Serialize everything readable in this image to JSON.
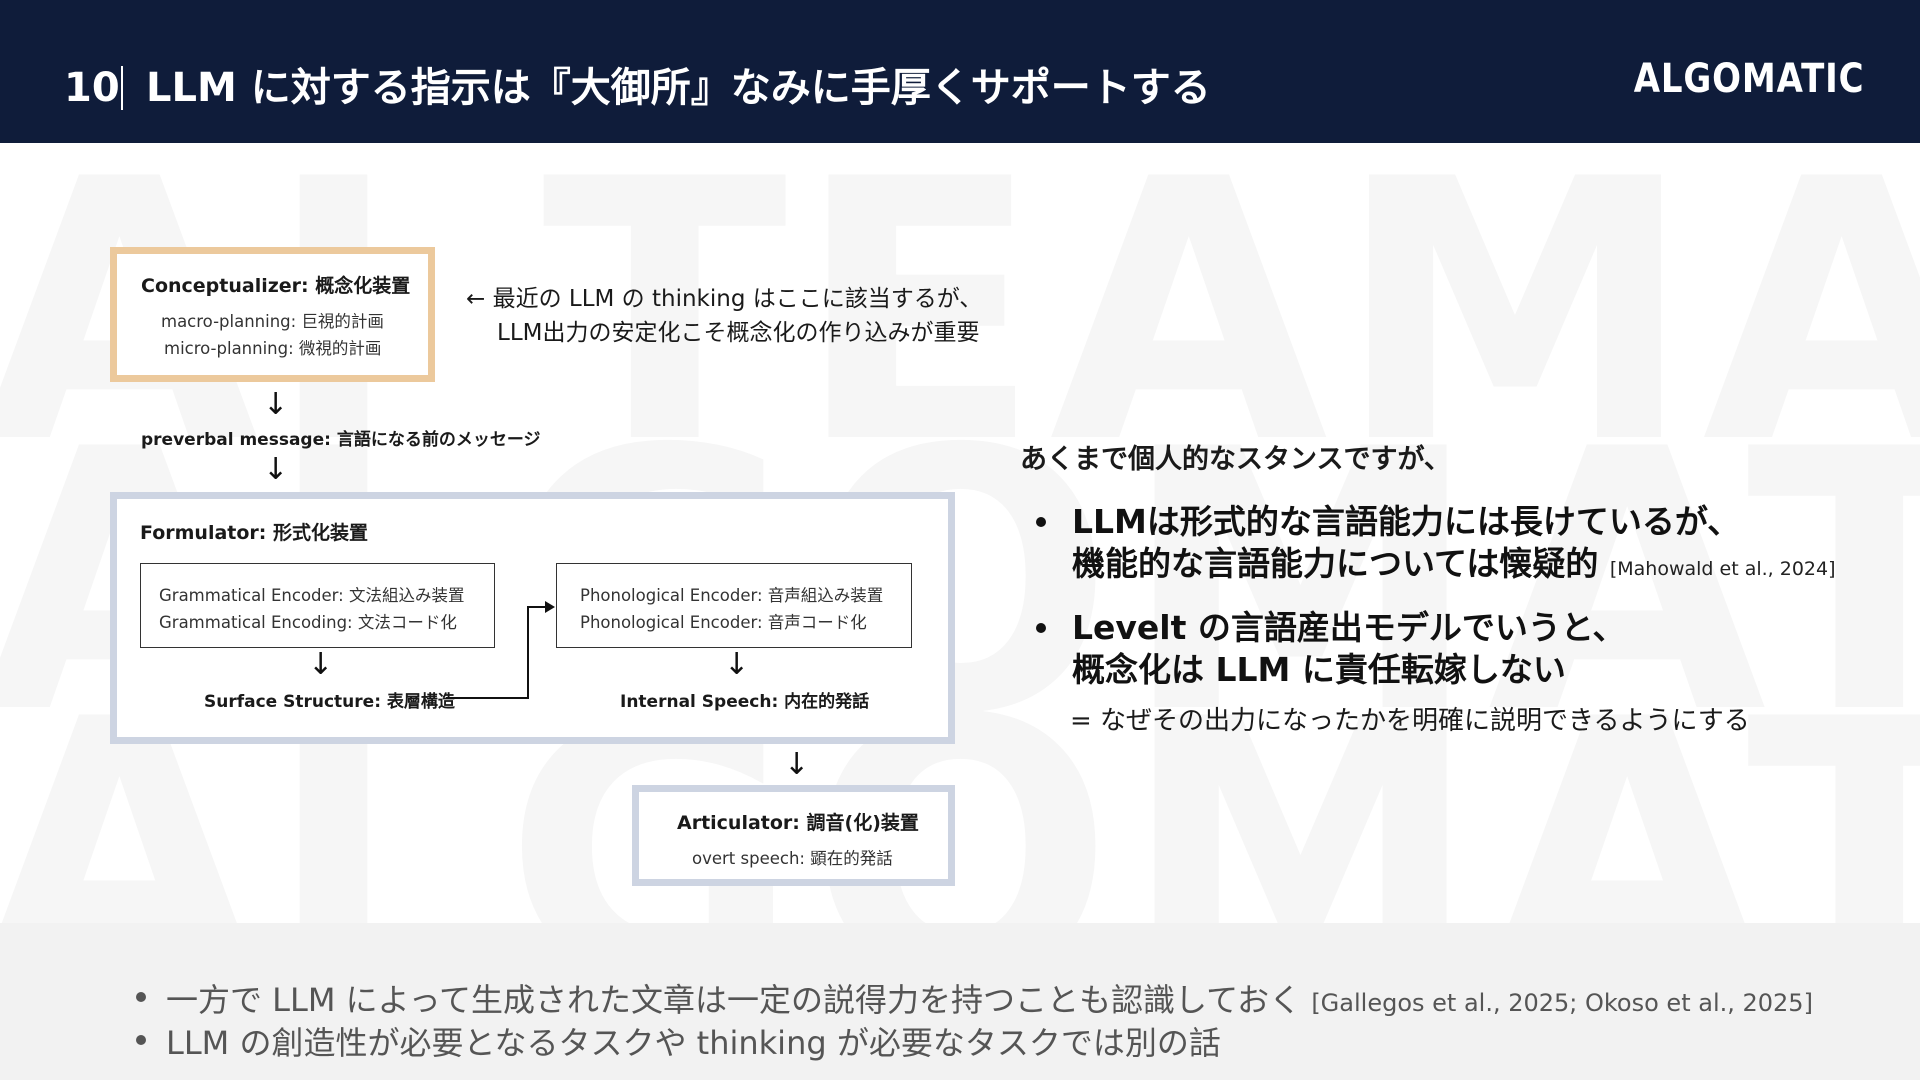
{
  "header": {
    "slide_number": "10",
    "title": "LLM に対する指示は『大御所』なみに手厚くサポートする",
    "logo_text": "ALGOMATIC"
  },
  "watermark": {
    "lines": [
      "AI TEAMATIC",
      "ALGOMATIC",
      "ALGOMATIC"
    ]
  },
  "diagram": {
    "conceptualizer": {
      "title": "Conceptualizer: 概念化装置",
      "line1": "macro-planning: 巨視的計画",
      "line2": "micro-planning: 微視的計画"
    },
    "annotation": {
      "line1": "← 最近の LLM の thinking はここに該当するが、",
      "line2": "LLM出力の安定化こそ概念化の作り込みが重要"
    },
    "arrow_glyph": "↓",
    "preverbal": "preverbal message: 言語になる前のメッセージ",
    "formulator": {
      "title": "Formulator: 形式化装置",
      "grammatical_line1": "Grammatical Encoder: 文法組込み装置",
      "grammatical_line2": "Grammatical Encoding: 文法コード化",
      "phonological_line1": "Phonological Encoder: 音声組込み装置",
      "phonological_line2": "Phonological Encoder: 音声コード化",
      "surface": "Surface Structure: 表層構造",
      "internal": "Internal Speech: 内在的発話"
    },
    "articulator": {
      "title": "Articulator: 調音(化)装置",
      "line": "overt speech: 顕在的発話"
    }
  },
  "right_panel": {
    "intro": "あくまで個人的なスタンスですが、",
    "bullets": [
      {
        "line1": "LLMは形式的な言語能力には長けているが、",
        "line2": "機能的な言語能力については懐疑的",
        "citation": "[Mahowald et al., 2024]"
      },
      {
        "line1": "Levelt の言語産出モデルでいうと、",
        "line2": "概念化は LLM に責任転嫁しない",
        "citation": ""
      }
    ],
    "note": "= なぜその出力になったかを明確に説明できるようにする"
  },
  "footer": {
    "items": [
      {
        "text": "一方で LLM によって生成された文章は一定の説得力を持つことも認識しておく",
        "citation": "[Gallegos et al., 2025; Okoso et al., 2025]"
      },
      {
        "text": "LLM の創造性が必要となるタスクや thinking が必要なタスクでは別の話",
        "citation": ""
      }
    ]
  },
  "colors": {
    "header_bg": "#0f1c3a",
    "concept_border": "#ecc99c",
    "formulator_border": "#cdd4e2",
    "footer_bg": "#f2f2f2"
  }
}
